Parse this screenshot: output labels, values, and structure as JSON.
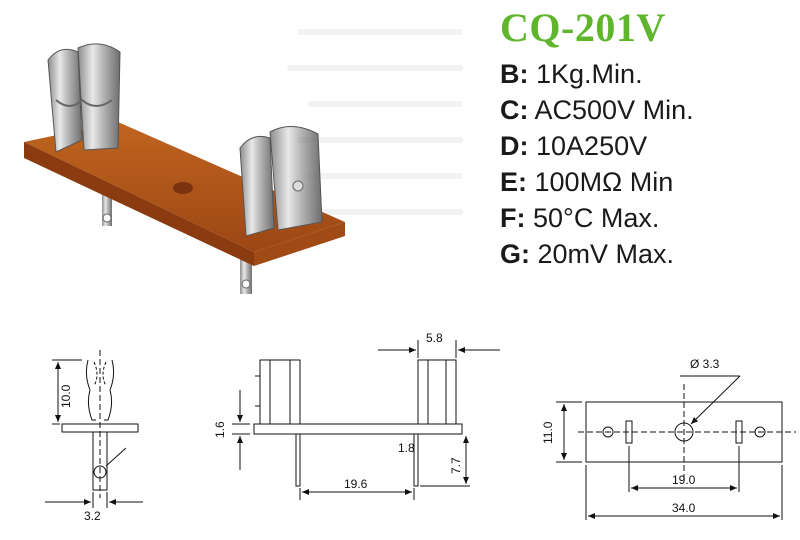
{
  "title": "CQ-201V",
  "specs": [
    {
      "key": "B:",
      "value": "1Kg.Min."
    },
    {
      "key": "C:",
      "value": "AC500V Min."
    },
    {
      "key": "D:",
      "value": "10A250V"
    },
    {
      "key": "E:",
      "value": "100MΩ Min"
    },
    {
      "key": "F:",
      "value": "50°C Max."
    },
    {
      "key": "G:",
      "value": "20mV Max."
    }
  ],
  "dimensions": {
    "side_clip_height": "10.0",
    "side_terminal_width": "3.2",
    "front_base_thickness": "1.6",
    "front_terminal_offset": "19.6",
    "front_clip_width": "5.8",
    "front_base_ref": "1.8",
    "front_terminal_length": "7.7",
    "top_hole_diameter": "Ø 3.3",
    "top_base_width": "11.0",
    "top_clip_spacing": "19.0",
    "top_base_length": "34.0"
  }
}
